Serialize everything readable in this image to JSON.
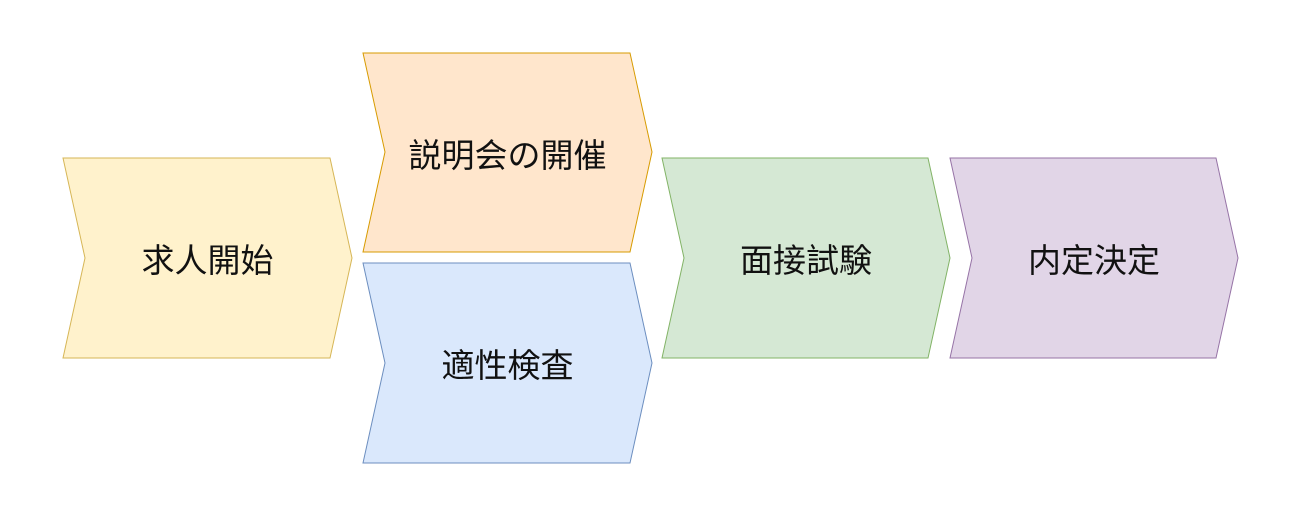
{
  "steps": [
    {
      "label": "求人開始",
      "fill": "#fff2cc",
      "stroke": "#d6b656"
    },
    {
      "label": "説明会の開催",
      "fill": "#ffe6cc",
      "stroke": "#d79b00"
    },
    {
      "label": "適性検査",
      "fill": "#dae8fc",
      "stroke": "#6c8ebf"
    },
    {
      "label": "面接試験",
      "fill": "#d5e8d4",
      "stroke": "#82b366"
    },
    {
      "label": "内定決定",
      "fill": "#e1d5e7",
      "stroke": "#9673a6"
    }
  ]
}
